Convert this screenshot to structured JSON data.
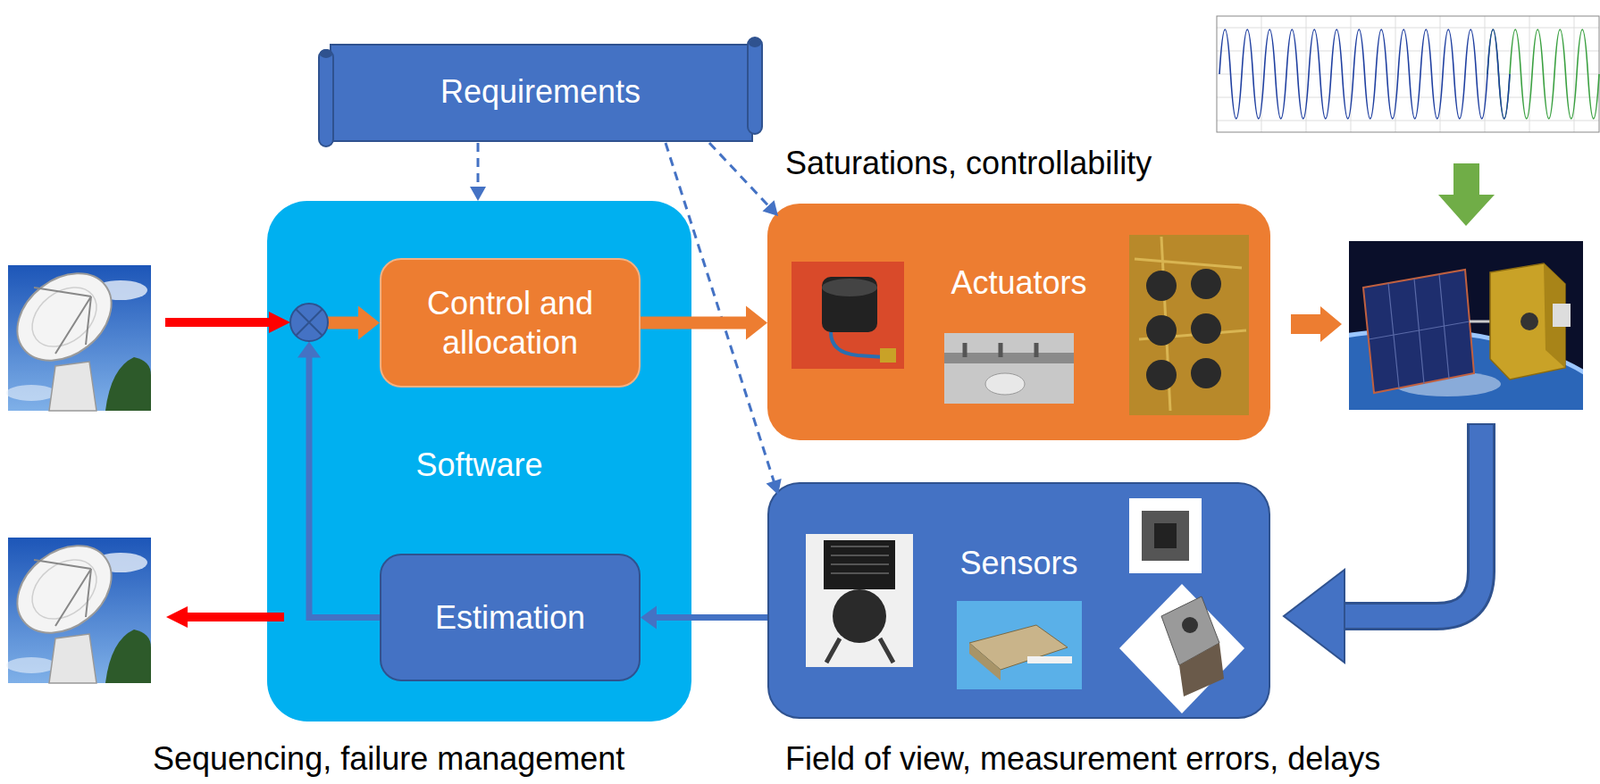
{
  "diagram": {
    "nodes": [
      {
        "text": [
          "Requirements"
        ]
      },
      {
        "text": [
          "Software"
        ]
      },
      {
        "text": [
          "Control and allocation"
        ],
        "in": 1
      },
      {
        "text": [
          "Estimation"
        ],
        "in": 1
      },
      {
        "text": [
          "Actuators"
        ]
      },
      {
        "text": [
          "Sensors"
        ]
      }
    ],
    "edges": [
      {
        "from": 0,
        "to": 1,
        "arrow": "to"
      },
      {
        "from": 0,
        "to": 4,
        "arrow": "to"
      },
      {
        "from": 0,
        "to": 5,
        "arrow": "to"
      },
      {
        "from": 2,
        "to": 4,
        "arrow": "to"
      },
      {
        "from": 5,
        "to": 3,
        "arrow": "to"
      },
      {
        "from": 3,
        "to": 2,
        "arrow": "to"
      }
    ],
    "labels": [
      "Saturations, controllability",
      "Sequencing, failure management",
      "Field of view, measurement errors, delays"
    ]
  }
}
